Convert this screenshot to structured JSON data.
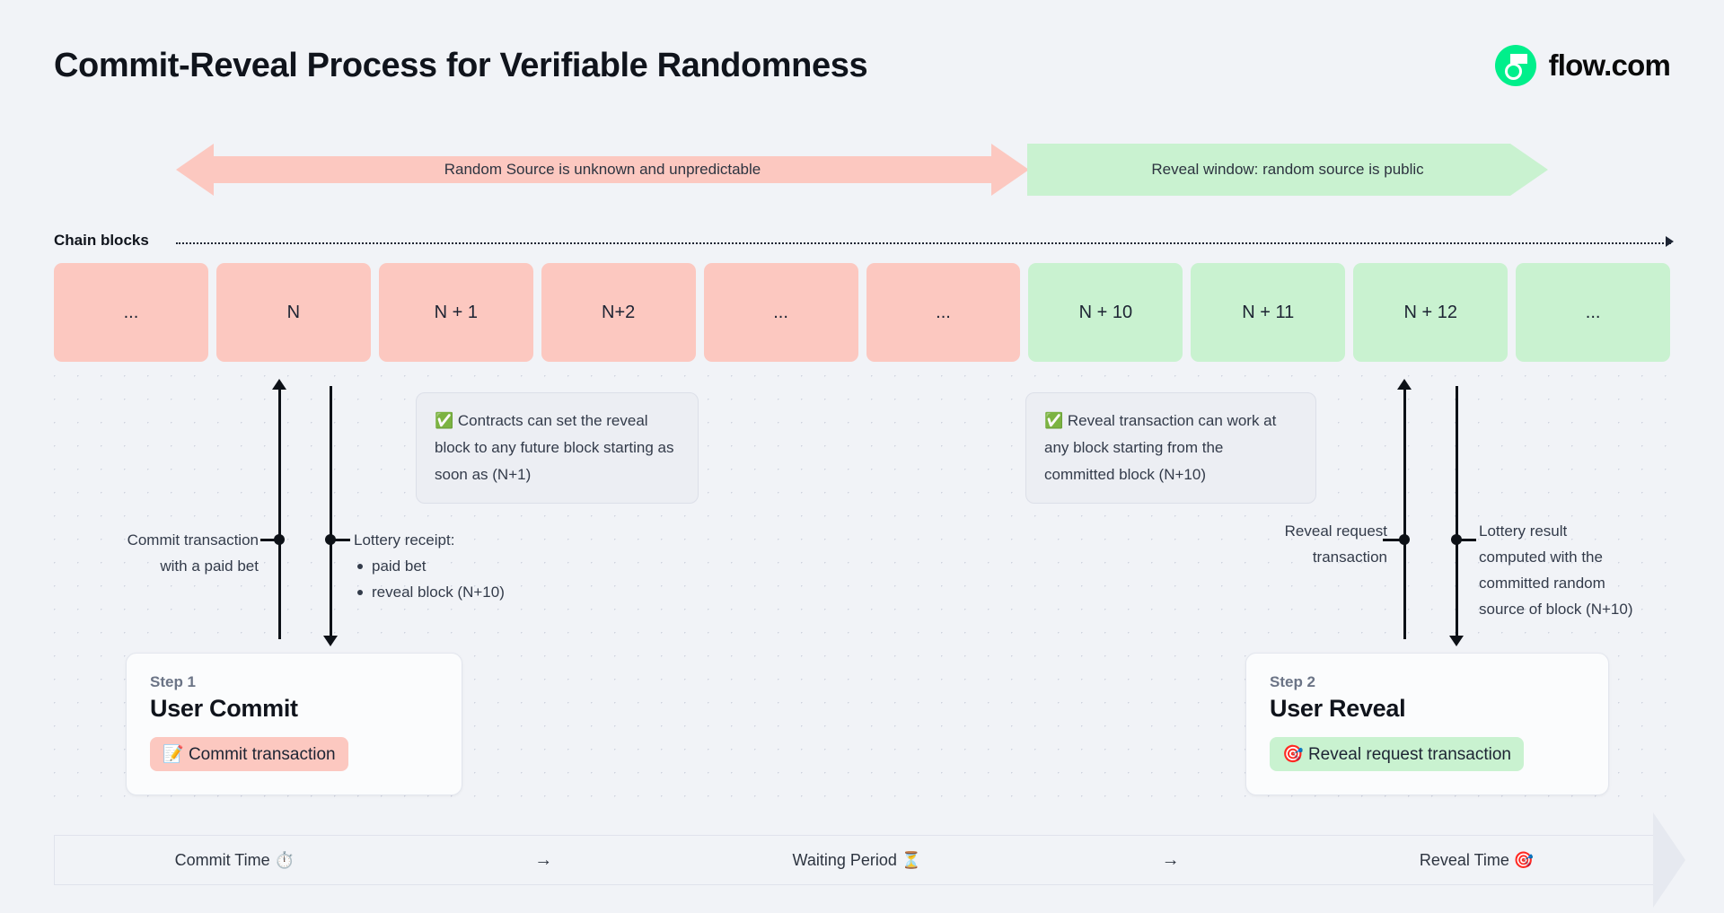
{
  "header": {
    "title": "Commit-Reveal Process for Verifiable Randomness",
    "brand_name": "flow.com",
    "brand_color": "#00ef8b"
  },
  "banners": [
    {
      "id": "unknown",
      "label": "Random Source is unknown and unpredictable",
      "color": "#fcc8c0",
      "direction": "double"
    },
    {
      "id": "reveal",
      "label": "Reveal window: random source is public",
      "color": "#c9f2d0",
      "direction": "right"
    }
  ],
  "chain": {
    "label": "Chain blocks",
    "blocks": [
      {
        "label": "...",
        "state": "pending"
      },
      {
        "label": "N",
        "state": "pending"
      },
      {
        "label": "N + 1",
        "state": "pending"
      },
      {
        "label": "N+2",
        "state": "pending"
      },
      {
        "label": "...",
        "state": "pending"
      },
      {
        "label": "...",
        "state": "pending"
      },
      {
        "label": "N + 10",
        "state": "revealed"
      },
      {
        "label": "N + 11",
        "state": "revealed"
      },
      {
        "label": "N + 12",
        "state": "revealed"
      },
      {
        "label": "...",
        "state": "revealed"
      }
    ],
    "pending_color": "#fcc8c0",
    "revealed_color": "#c9f2d0"
  },
  "callouts": [
    {
      "id": "contracts",
      "icon": "✅",
      "text": "Contracts can set the reveal block to any future block starting as soon as (N+1)"
    },
    {
      "id": "reveal",
      "icon": "✅",
      "text": "Reveal transaction can work at any block starting from the committed block (N+10)"
    }
  ],
  "annotations": {
    "commit": {
      "line1": "Commit transaction",
      "line2": "with a paid bet"
    },
    "receipt": {
      "title": "Lottery receipt:",
      "items": [
        "paid bet",
        "reveal block (N+10)"
      ]
    },
    "reveal_request": {
      "line1": "Reveal request",
      "line2": "transaction"
    },
    "lottery_result": {
      "line1": "Lottery result",
      "line2": "computed with the",
      "line3": "committed random",
      "line4": "source of block (N+10)"
    }
  },
  "steps": [
    {
      "kicker": "Step 1",
      "title": "User Commit",
      "chip_icon": "📝",
      "chip_label": "Commit transaction",
      "chip_color": "#fcc8c0"
    },
    {
      "kicker": "Step 2",
      "title": "User Reveal",
      "chip_icon": "🎯",
      "chip_label": "Reveal request transaction",
      "chip_color": "#c9f2d0"
    }
  ],
  "phase_bar": {
    "items": [
      {
        "label": "Commit Time ⏱️"
      },
      {
        "label": "Waiting Period ⏳"
      },
      {
        "label": "Reveal Time 🎯"
      }
    ],
    "separator": "→"
  }
}
